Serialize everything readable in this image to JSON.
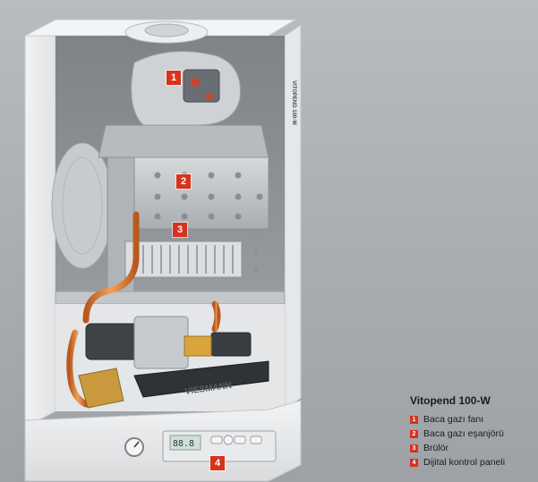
{
  "brand": "VIESMANN",
  "side_label": "VITOPEND 100-W",
  "display_readout": "88.8",
  "legend": {
    "title": "Vitopend 100-W",
    "items": [
      {
        "number": "1",
        "label": "Baca gazı fanı"
      },
      {
        "number": "2",
        "label": "Baca gazı eşanjörü"
      },
      {
        "number": "3",
        "label": "Brülör"
      },
      {
        "number": "4",
        "label": "Dijital kontrol paneli"
      }
    ]
  },
  "markers": [
    "1",
    "2",
    "3",
    "4"
  ],
  "colors": {
    "marker": "#d8321e",
    "copper_pipe": "#d8772f",
    "background": "#aeb1b4"
  }
}
